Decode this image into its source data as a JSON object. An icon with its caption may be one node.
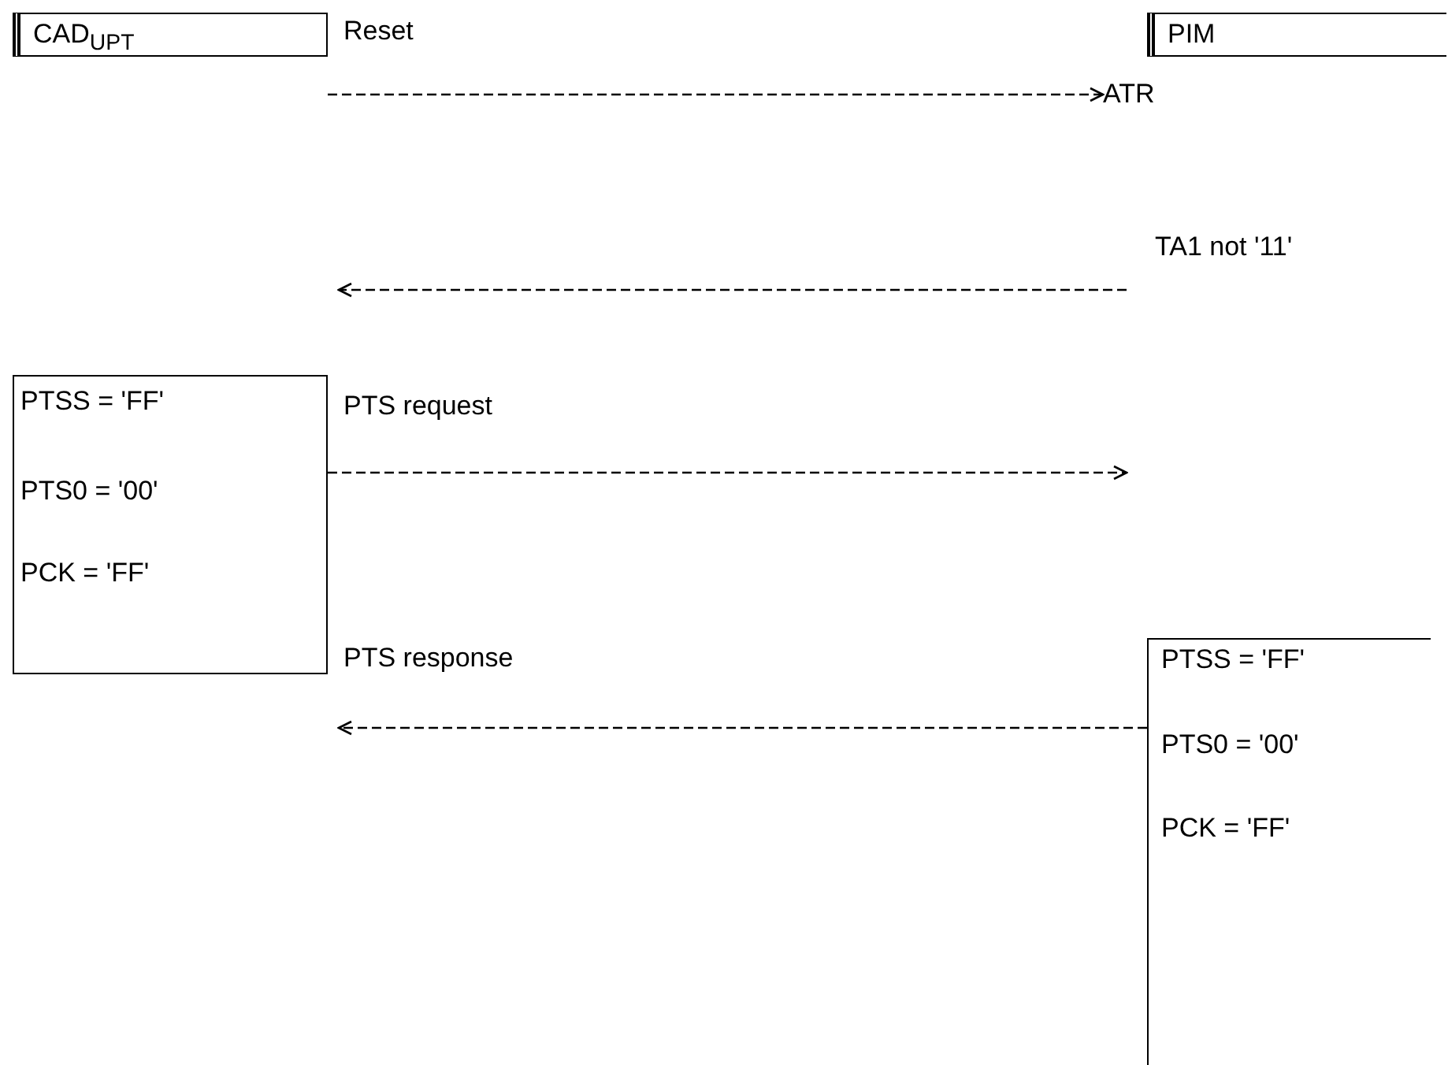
{
  "diagram": {
    "nodes": [
      {
        "text": [
          "CAD$_{UPT}$"
        ]
      },
      {
        "text": [
          "PIM"
        ]
      },
      {
        "text": [
          "ATR"
        ]
      },
      {
        "text": [
          "TA1 not '11'"
        ]
      },
      {
        "text": [
          "PTSS = 'FF'",
          "PTS0 = '00'",
          "PCK = 'FF'"
        ]
      },
      {
        "text": [
          "PTSS = 'FF'",
          "PTS0 = '00'",
          "PCK = 'FF'"
        ]
      }
    ],
    "edges": [
      {
        "from": 0,
        "to": 2,
        "arrow": "to",
        "label": "Reset",
        "style": "dashed"
      },
      {
        "from": 3,
        "to": null,
        "arrow": "to",
        "style": "dashed"
      },
      {
        "from": 4,
        "to": null,
        "arrow": "to",
        "label": "PTS request",
        "style": "dashed"
      },
      {
        "from": 5,
        "to": null,
        "arrow": "to",
        "label": "PTS response",
        "style": "dashed"
      }
    ]
  }
}
